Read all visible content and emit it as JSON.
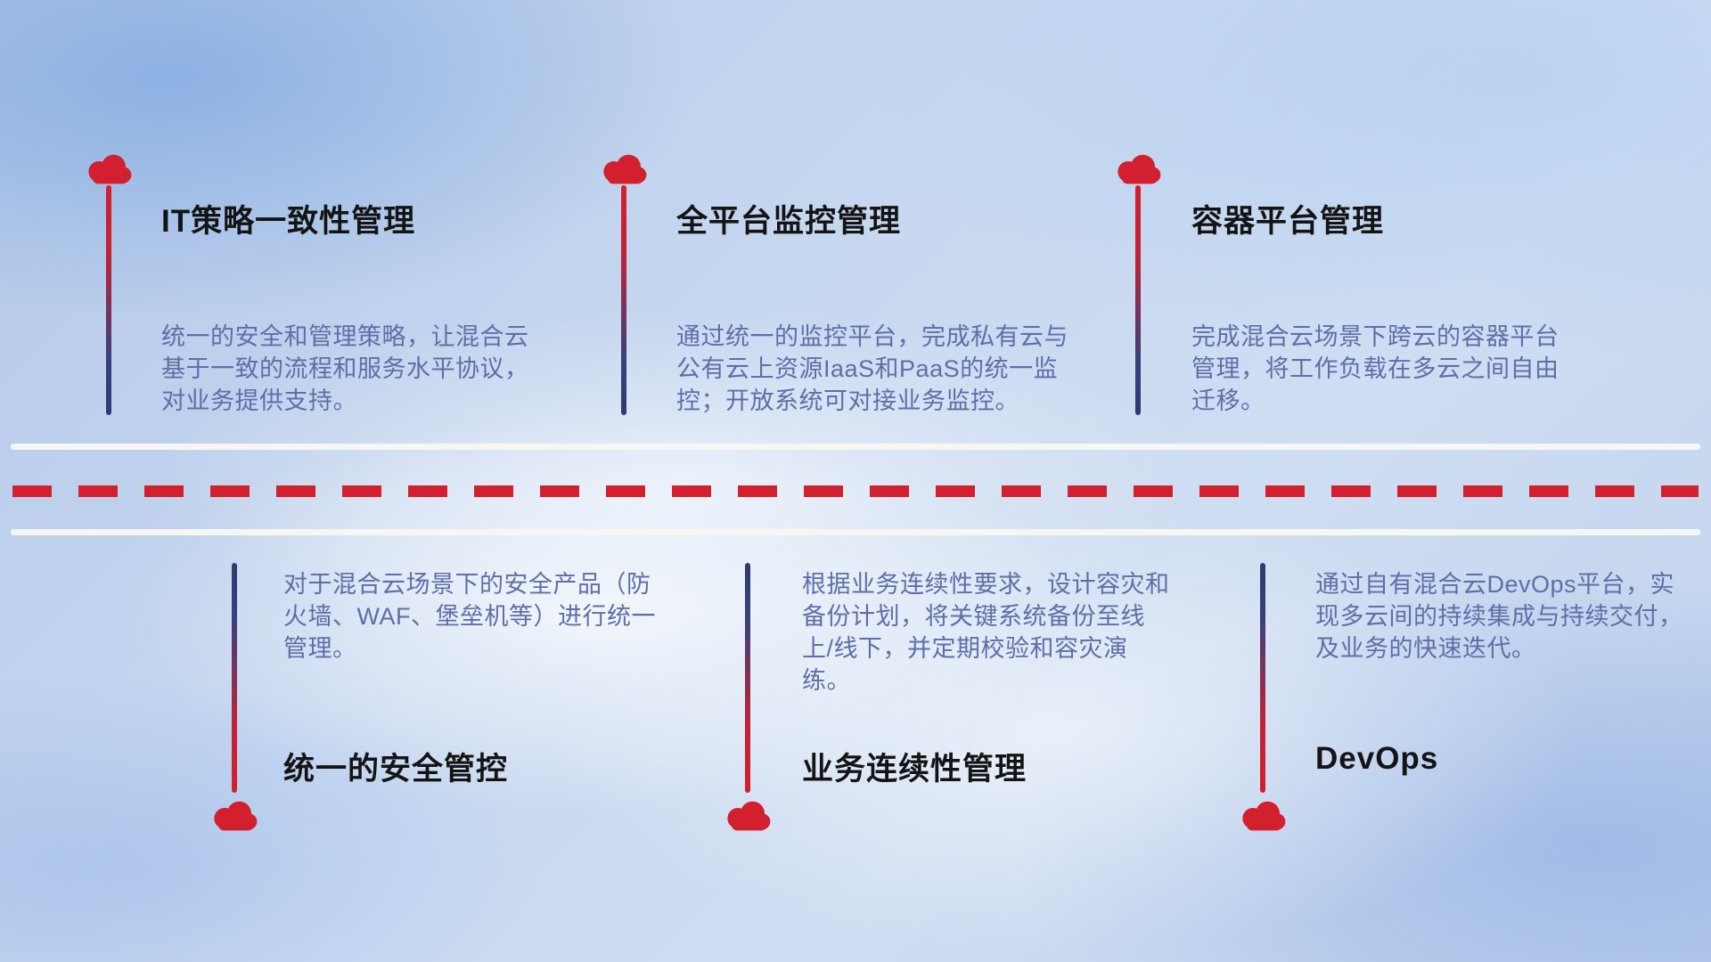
{
  "colors": {
    "red": "#d2202e",
    "navy": "#2e3a72",
    "title_text": "#141414",
    "body_text": "#5f6ea8",
    "road_white": "#f8f6f2"
  },
  "top_items": [
    {
      "title": "IT策略一致性管理",
      "description": "统一的安全和管理策略，让混合云基于一致的流程和服务水平协议，对业务提供支持。"
    },
    {
      "title": "全平台监控管理",
      "description": "通过统一的监控平台，完成私有云与公有云上资源IaaS和PaaS的统一监控；开放系统可对接业务监控。"
    },
    {
      "title": "容器平台管理",
      "description": "完成混合云场景下跨云的容器平台管理，将工作负载在多云之间自由迁移。"
    }
  ],
  "bottom_items": [
    {
      "title": "统一的安全管控",
      "description": "对于混合云场景下的安全产品（防火墙、WAF、堡垒机等）进行统一管理。"
    },
    {
      "title": "业务连续性管理",
      "description": "根据业务连续性要求，设计容灾和备份计划，将关键系统备份至线上/线下，并定期校验和容灾演练。"
    },
    {
      "title": "DevOps",
      "description": "通过自有混合云DevOps平台，实现多云间的持续集成与持续交付，及业务的快速迭代。"
    }
  ]
}
